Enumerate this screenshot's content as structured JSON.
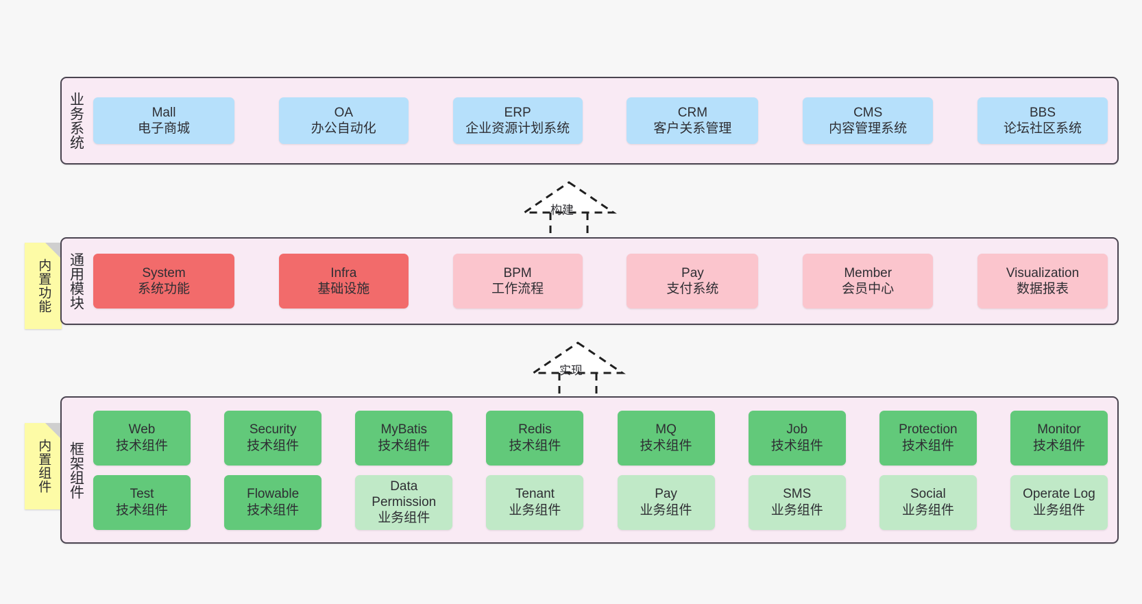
{
  "diagram": {
    "background_color": "#f7f7f7",
    "panel_bg": "#f9eaf4",
    "panel_border": "#4a4450"
  },
  "layers": [
    {
      "caption": "业务系统",
      "sticky": null,
      "rows": [
        {
          "cards": [
            {
              "name": "Mall",
              "sub": "电子商城",
              "color": "#b6e0fb",
              "tone": "blue"
            },
            {
              "name": "OA",
              "sub": "办公自动化",
              "color": "#b6e0fb",
              "tone": "blue"
            },
            {
              "name": "ERP",
              "sub": "企业资源计划系统",
              "color": "#b6e0fb",
              "tone": "blue"
            },
            {
              "name": "CRM",
              "sub": "客户关系管理",
              "color": "#b6e0fb",
              "tone": "blue"
            },
            {
              "name": "CMS",
              "sub": "内容管理系统",
              "color": "#b6e0fb",
              "tone": "blue"
            },
            {
              "name": "BBS",
              "sub": "论坛社区系统",
              "color": "#b6e0fb",
              "tone": "blue"
            }
          ]
        }
      ]
    },
    {
      "caption": "通用模块",
      "sticky": "内置功能",
      "rows": [
        {
          "cards": [
            {
              "name": "System",
              "sub": "系统功能",
              "color": "#f26b6b",
              "tone": "red"
            },
            {
              "name": "Infra",
              "sub": "基础设施",
              "color": "#f26b6b",
              "tone": "red"
            },
            {
              "name": "BPM",
              "sub": "工作流程",
              "color": "#fbc5cd",
              "tone": "pink"
            },
            {
              "name": "Pay",
              "sub": "支付系统",
              "color": "#fbc5cd",
              "tone": "pink"
            },
            {
              "name": "Member",
              "sub": "会员中心",
              "color": "#fbc5cd",
              "tone": "pink"
            },
            {
              "name": "Visualization",
              "sub": "数据报表",
              "color": "#fbc5cd",
              "tone": "pink"
            }
          ]
        }
      ]
    },
    {
      "caption": "框架组件",
      "sticky": "内置组件",
      "rows": [
        {
          "cards": [
            {
              "name": "Web",
              "sub": "技术组件",
              "color": "#62c97a",
              "tone": "green"
            },
            {
              "name": "Security",
              "sub": "技术组件",
              "color": "#62c97a",
              "tone": "green"
            },
            {
              "name": "MyBatis",
              "sub": "技术组件",
              "color": "#62c97a",
              "tone": "green"
            },
            {
              "name": "Redis",
              "sub": "技术组件",
              "color": "#62c97a",
              "tone": "green"
            },
            {
              "name": "MQ",
              "sub": "技术组件",
              "color": "#62c97a",
              "tone": "green"
            },
            {
              "name": "Job",
              "sub": "技术组件",
              "color": "#62c97a",
              "tone": "green"
            },
            {
              "name": "Protection",
              "sub": "技术组件",
              "color": "#62c97a",
              "tone": "green"
            },
            {
              "name": "Monitor",
              "sub": "技术组件",
              "color": "#62c97a",
              "tone": "green"
            }
          ]
        },
        {
          "cards": [
            {
              "name": "Test",
              "sub": "技术组件",
              "color": "#62c97a",
              "tone": "green"
            },
            {
              "name": "Flowable",
              "sub": "技术组件",
              "color": "#62c97a",
              "tone": "green"
            },
            {
              "name": "Data Permission",
              "sub": "业务组件",
              "color": "#c0e9c7",
              "tone": "green-light"
            },
            {
              "name": "Tenant",
              "sub": "业务组件",
              "color": "#c0e9c7",
              "tone": "green-light"
            },
            {
              "name": "Pay",
              "sub": "业务组件",
              "color": "#c0e9c7",
              "tone": "green-light"
            },
            {
              "name": "SMS",
              "sub": "业务组件",
              "color": "#c0e9c7",
              "tone": "green-light"
            },
            {
              "name": "Social",
              "sub": "业务组件",
              "color": "#c0e9c7",
              "tone": "green-light"
            },
            {
              "name": "Operate Log",
              "sub": "业务组件",
              "color": "#c0e9c7",
              "tone": "green-light"
            }
          ]
        }
      ]
    }
  ],
  "connectors": [
    {
      "label": "构建",
      "style": "dashed-hollow-arrow-up"
    },
    {
      "label": "实现",
      "style": "dashed-hollow-arrow-up"
    }
  ]
}
